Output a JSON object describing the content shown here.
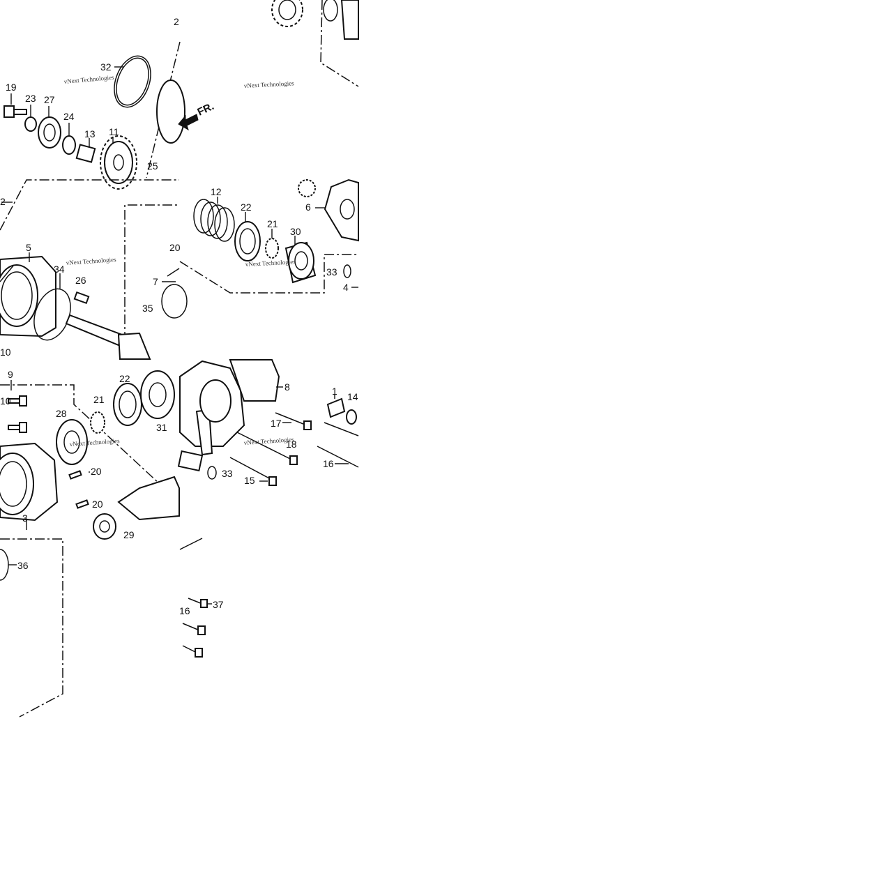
{
  "labels": {
    "l2": "2",
    "l32": "32",
    "l19": "19",
    "l23": "23",
    "l27": "27",
    "l24": "24",
    "l13": "13",
    "l11": "11",
    "l25": "25",
    "l5": "5",
    "l34": "34",
    "l26": "26",
    "l10": "10",
    "l12": "12",
    "l22a": "22",
    "l21a": "21",
    "l30": "30",
    "l6": "6",
    "l33a": "33",
    "l4": "4",
    "l7": "7",
    "l35": "35",
    "l20a": "20",
    "l9": "9",
    "l22b": "22",
    "l21b": "21",
    "l28": "28",
    "l31": "31",
    "l20b": "20",
    "l20c": "20",
    "l3": "3",
    "l29": "29",
    "l8": "8",
    "l1": "1",
    "l14": "14",
    "l17": "17",
    "l18": "18",
    "l16a": "16",
    "l33b": "33",
    "l15": "15",
    "l36": "36",
    "l37": "37",
    "l16b": "16"
  },
  "arrow_text": "FR.",
  "watermark": "vNext Technologies",
  "icons": [
    "bearing-icon",
    "gear-icon",
    "o-ring-icon",
    "spring-icon",
    "bolt-icon",
    "arrow-icon"
  ]
}
